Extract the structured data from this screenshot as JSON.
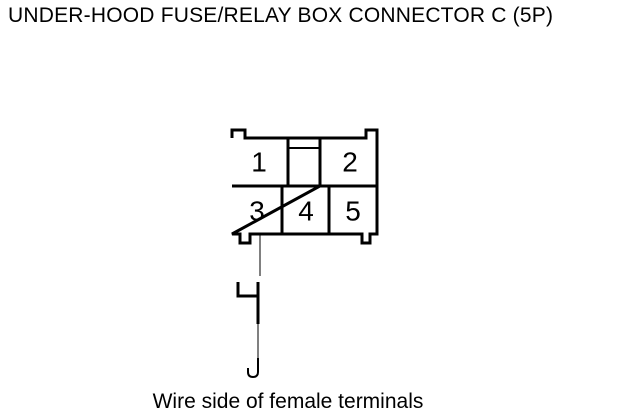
{
  "title": "UNDER-HOOD FUSE/RELAY BOX CONNECTOR C (5P)",
  "connector": {
    "pins": [
      {
        "number": "1"
      },
      {
        "number": "2"
      },
      {
        "number": "3"
      },
      {
        "number": "4"
      },
      {
        "number": "5"
      }
    ]
  },
  "caption": "Wire side of female terminals"
}
